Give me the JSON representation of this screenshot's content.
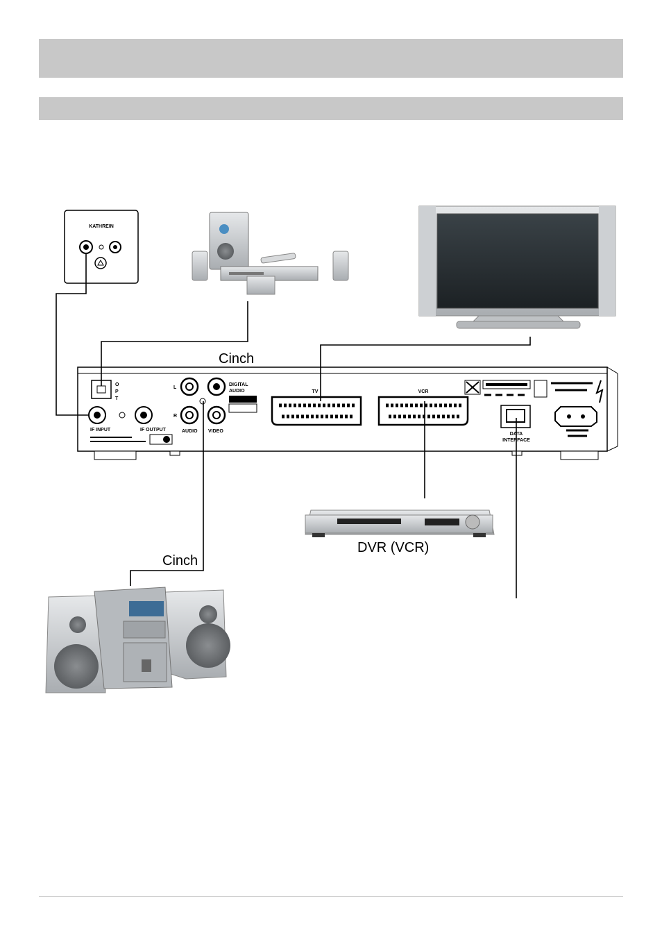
{
  "labels": {
    "cinch_top": "Cinch",
    "cinch_bottom": "Cinch",
    "dvr": "DVR (VCR)"
  },
  "receiver": {
    "opt": [
      "O",
      "P",
      "T"
    ],
    "if_input": "IF  INPUT",
    "if_output": "IF  OUTPUT",
    "audio": "AUDIO",
    "video": "VIDEO",
    "l": "L",
    "r": "R",
    "digital_audio_1": "DIGITAL",
    "digital_audio_2": "AUDIO",
    "tv": "TV",
    "vcr": "VCR",
    "data_1": "DATA",
    "data_2": "INTERFACE",
    "brand_wall": "KATHREIN"
  },
  "colors": {
    "header_bar": "#c8c8c8",
    "cable": "#000000",
    "tv_screen": "#2b3236",
    "device_silver": "#c9cdd1"
  }
}
